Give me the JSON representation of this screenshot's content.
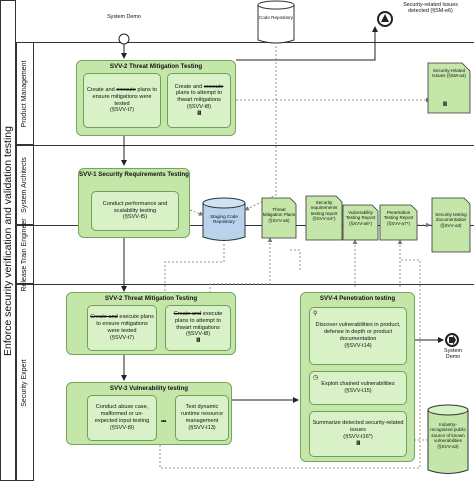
{
  "diagram": {
    "title": "Enforce security verification and validation testing",
    "lanes": [
      "Product Management",
      "System Architects",
      "Release Train Engineer",
      "Security Expert"
    ],
    "events": {
      "system_demo_top": "System Demo",
      "issues_detected": "Security-related Issues detected (§SM-e6)",
      "system_demo_right": "System Demo"
    },
    "repositories": {
      "code_repo_top": "Code Repository",
      "staging_repo": "Staging Code Repository",
      "public_source": "Industry-recognized public source of known vulnerabilities (§SVV-a3)"
    },
    "artifacts": {
      "security_issues": "Security-related Issues (§SM-a4)",
      "threat_plans": "Threat Mitigation Plans (§SVV-a5)",
      "sec_req_report": "Security requirements testing report (§SVV-a4*)",
      "vuln_report": "Vulnerability Testing Report (§SVV-a6*)",
      "pen_report": "Penetration Testing Report (§SVV-a7*)",
      "sec_testing_doc": "Security testing documentation (§SVV-a3)"
    },
    "groups": {
      "svv2_top": "SVV-2 Threat Mitigation Testing",
      "svv1": "SVV-1 Security Requirements Testing",
      "svv2_bottom": "SVV-2 Threat Mitigation Testing",
      "svv3": "SVV-3  Vulnerability testing",
      "svv4": "SVV-4 Penetration testing"
    },
    "tasks": {
      "t7_top": {
        "a": "Create and",
        "s": "execute",
        "b": "plans to ensure mitigations were tested",
        "id": "(§SVV-t7)"
      },
      "t8_top": {
        "a": "Create and",
        "s": "execute",
        "b": "plans to attempt to thwart mitigations",
        "id": "(§SVV-t8)"
      },
      "t5": {
        "text": "Conduct performance and scalability testing",
        "id": "(§SVV-t5)"
      },
      "t7_bottom": {
        "s": "Create and",
        "b": "execute plans to ensure mitigations were tested",
        "id": "(§SVV-t7)"
      },
      "t8_bottom": {
        "s": "Create and",
        "b": "execute plans to attempt to thwart mitigations",
        "id": "(§SVV-t8)"
      },
      "t9": {
        "text": "Conduct abuse case, malformed or un-expected input testing",
        "id": "(§SVV-t9)"
      },
      "t13": {
        "text": "Test dynamic runtime resource management",
        "id": "(§SVV-t13)"
      },
      "t14": {
        "text": "Discover vulnerabilities in product, defense in depth or product documentation",
        "id": "(§SVV-t14)"
      },
      "t15": {
        "text": "Exploit chained vulnerabilities",
        "id": "(§SVV-t15)"
      },
      "t16": {
        "text": "Summarize detected security-related issues",
        "id": "(§SVV-t16*)"
      }
    },
    "markers": {
      "parallel": "III",
      "ellipsis": "•••"
    }
  }
}
